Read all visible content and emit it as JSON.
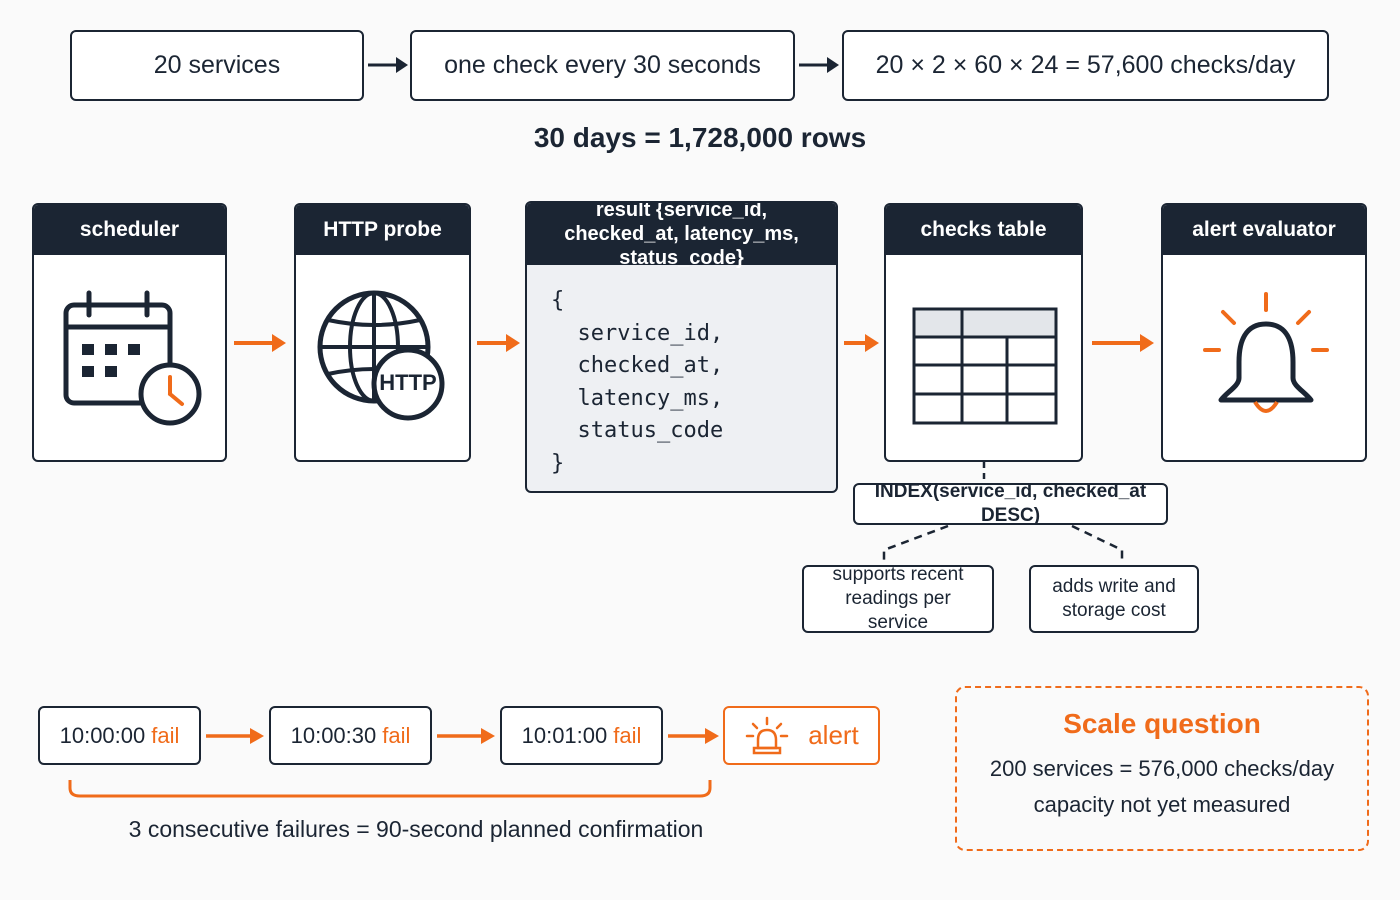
{
  "top_row": {
    "services": "20 services",
    "interval": "one check every 30 seconds",
    "formula": "20 × 2 × 60 × 24 = 57,600 checks/day"
  },
  "rows_total": "30 days = 1,728,000 rows",
  "pipeline": {
    "scheduler": {
      "title": "scheduler",
      "icon": "calendar-clock-icon"
    },
    "probe": {
      "title": "HTTP probe",
      "icon": "globe-http-icon",
      "badge": "HTTP"
    },
    "result": {
      "title": "result {service_id, checked_at, latency_ms, status_code}",
      "code": "{\n  service_id,\n  checked_at,\n  latency_ms,\n  status_code\n}"
    },
    "checks_table": {
      "title": "checks table",
      "icon": "table-icon"
    },
    "alert_evaluator": {
      "title": "alert evaluator",
      "icon": "bell-icon"
    }
  },
  "index": {
    "label": "INDEX(service_id, checked_at DESC)",
    "pro": "supports recent readings per service",
    "con": "adds write and storage cost"
  },
  "timeline": {
    "steps": [
      {
        "time": "10:00:00",
        "status": "fail"
      },
      {
        "time": "10:00:30",
        "status": "fail"
      },
      {
        "time": "10:01:00",
        "status": "fail"
      }
    ],
    "alert": "alert",
    "caption": "3 consecutive failures = 90-second planned confirmation"
  },
  "scale_question": {
    "title": "Scale question",
    "line1": "200 services = 576,000 checks/day",
    "line2": "capacity not yet measured"
  },
  "colors": {
    "navy": "#1b2533",
    "accent": "#f06b1a",
    "code_bg": "#eef0f3"
  }
}
